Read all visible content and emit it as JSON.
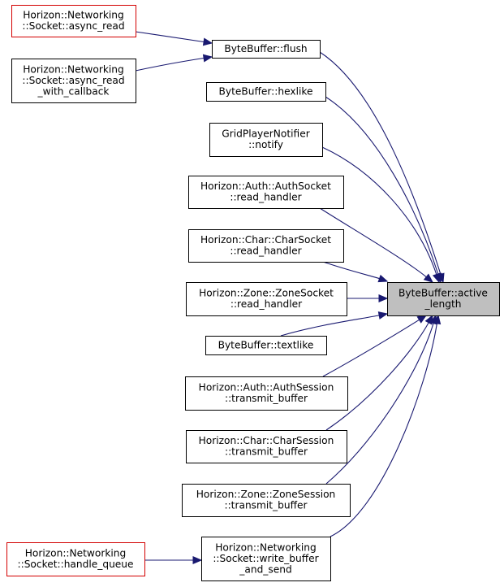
{
  "nodes": [
    {
      "id": "target",
      "lines": [
        "ByteBuffer::active",
        "_length"
      ],
      "style": "focus"
    },
    {
      "id": "flush",
      "lines": [
        "ByteBuffer::flush"
      ],
      "style": "normal"
    },
    {
      "id": "hexlike",
      "lines": [
        "ByteBuffer::hexlike"
      ],
      "style": "normal"
    },
    {
      "id": "notify",
      "lines": [
        "GridPlayerNotifier",
        "::notify"
      ],
      "style": "normal"
    },
    {
      "id": "auth_read",
      "lines": [
        "Horizon::Auth::AuthSocket",
        "::read_handler"
      ],
      "style": "normal"
    },
    {
      "id": "char_read",
      "lines": [
        "Horizon::Char::CharSocket",
        "::read_handler"
      ],
      "style": "normal"
    },
    {
      "id": "zone_read",
      "lines": [
        "Horizon::Zone::ZoneSocket",
        "::read_handler"
      ],
      "style": "normal"
    },
    {
      "id": "textlike",
      "lines": [
        "ByteBuffer::textlike"
      ],
      "style": "normal"
    },
    {
      "id": "auth_tx",
      "lines": [
        "Horizon::Auth::AuthSession",
        "::transmit_buffer"
      ],
      "style": "normal"
    },
    {
      "id": "char_tx",
      "lines": [
        "Horizon::Char::CharSession",
        "::transmit_buffer"
      ],
      "style": "normal"
    },
    {
      "id": "zone_tx",
      "lines": [
        "Horizon::Zone::ZoneSession",
        "::transmit_buffer"
      ],
      "style": "normal"
    },
    {
      "id": "write_send",
      "lines": [
        "Horizon::Networking",
        "::Socket::write_buffer",
        "_and_send"
      ],
      "style": "normal"
    },
    {
      "id": "async_read",
      "lines": [
        "Horizon::Networking",
        "::Socket::async_read"
      ],
      "style": "red"
    },
    {
      "id": "async_read_cb",
      "lines": [
        "Horizon::Networking",
        "::Socket::async_read",
        "_with_callback"
      ],
      "style": "normal"
    },
    {
      "id": "handle_queue",
      "lines": [
        "Horizon::Networking",
        "::Socket::handle_queue"
      ],
      "style": "red"
    }
  ],
  "edges": [
    {
      "from": "async_read",
      "to": "flush"
    },
    {
      "from": "async_read_cb",
      "to": "flush"
    },
    {
      "from": "flush",
      "to": "target"
    },
    {
      "from": "hexlike",
      "to": "target"
    },
    {
      "from": "notify",
      "to": "target"
    },
    {
      "from": "auth_read",
      "to": "target"
    },
    {
      "from": "char_read",
      "to": "target"
    },
    {
      "from": "zone_read",
      "to": "target"
    },
    {
      "from": "textlike",
      "to": "target"
    },
    {
      "from": "auth_tx",
      "to": "target"
    },
    {
      "from": "char_tx",
      "to": "target"
    },
    {
      "from": "zone_tx",
      "to": "target"
    },
    {
      "from": "write_send",
      "to": "target"
    },
    {
      "from": "handle_queue",
      "to": "write_send"
    }
  ],
  "colors": {
    "edge": "#191970",
    "focus_fill": "#bfbfbf",
    "red_border": "#d30000",
    "border": "#000000"
  }
}
